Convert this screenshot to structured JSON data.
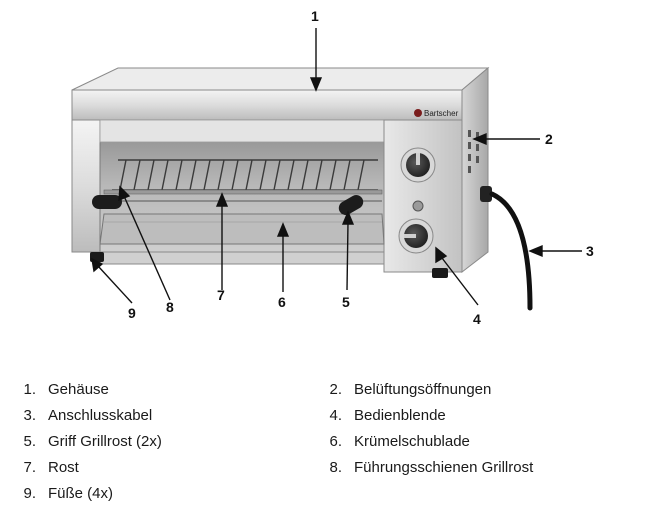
{
  "brand_label": "Bartscher",
  "callouts": [
    "1",
    "2",
    "3",
    "4",
    "5",
    "6",
    "7",
    "8",
    "9"
  ],
  "legend": [
    {
      "num": "1.",
      "label": "Gehäuse"
    },
    {
      "num": "2.",
      "label": "Belüftungsöffnungen"
    },
    {
      "num": "3.",
      "label": "Anschlusskabel"
    },
    {
      "num": "4.",
      "label": "Bedienblende"
    },
    {
      "num": "5.",
      "label": "Griff Grillrost (2x)"
    },
    {
      "num": "6.",
      "label": "Krümelschublade"
    },
    {
      "num": "7.",
      "label": "Rost"
    },
    {
      "num": "8.",
      "label": "Führungsschienen Grillrost"
    },
    {
      "num": "9.",
      "label": "Füße (4x)"
    }
  ]
}
